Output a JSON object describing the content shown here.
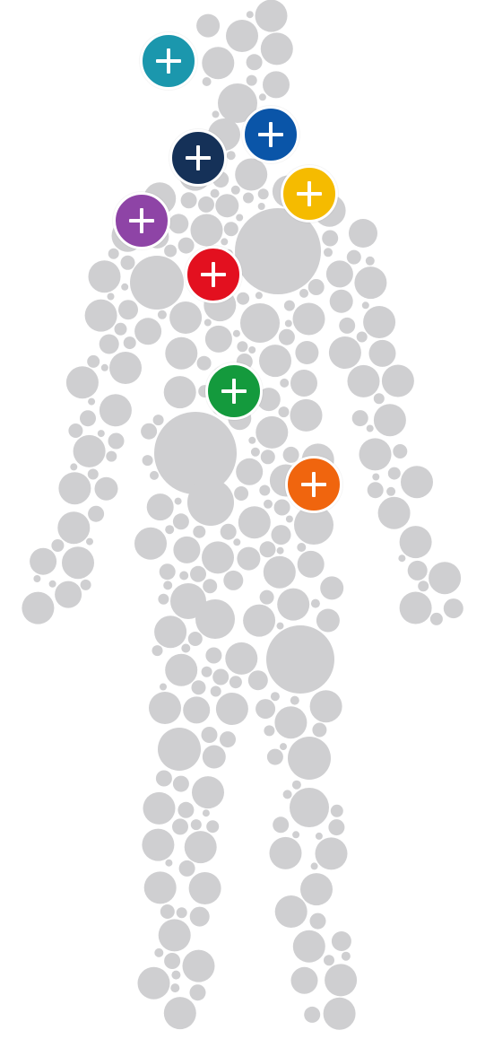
{
  "figure": {
    "dot_color": "#cfcfd1",
    "background": "#ffffff"
  },
  "hotspots": [
    {
      "id": "teal",
      "color": "#1b97ad",
      "icon": "plus-icon"
    },
    {
      "id": "blue",
      "color": "#0a55a8",
      "icon": "plus-icon"
    },
    {
      "id": "navy",
      "color": "#153158",
      "icon": "plus-icon"
    },
    {
      "id": "yellow",
      "color": "#f5bb00",
      "icon": "plus-icon"
    },
    {
      "id": "purple",
      "color": "#8e44a6",
      "icon": "plus-icon"
    },
    {
      "id": "red",
      "color": "#e3101f",
      "icon": "plus-icon"
    },
    {
      "id": "green",
      "color": "#149a3d",
      "icon": "plus-icon"
    },
    {
      "id": "orange",
      "color": "#f0650e",
      "icon": "plus-icon"
    }
  ]
}
